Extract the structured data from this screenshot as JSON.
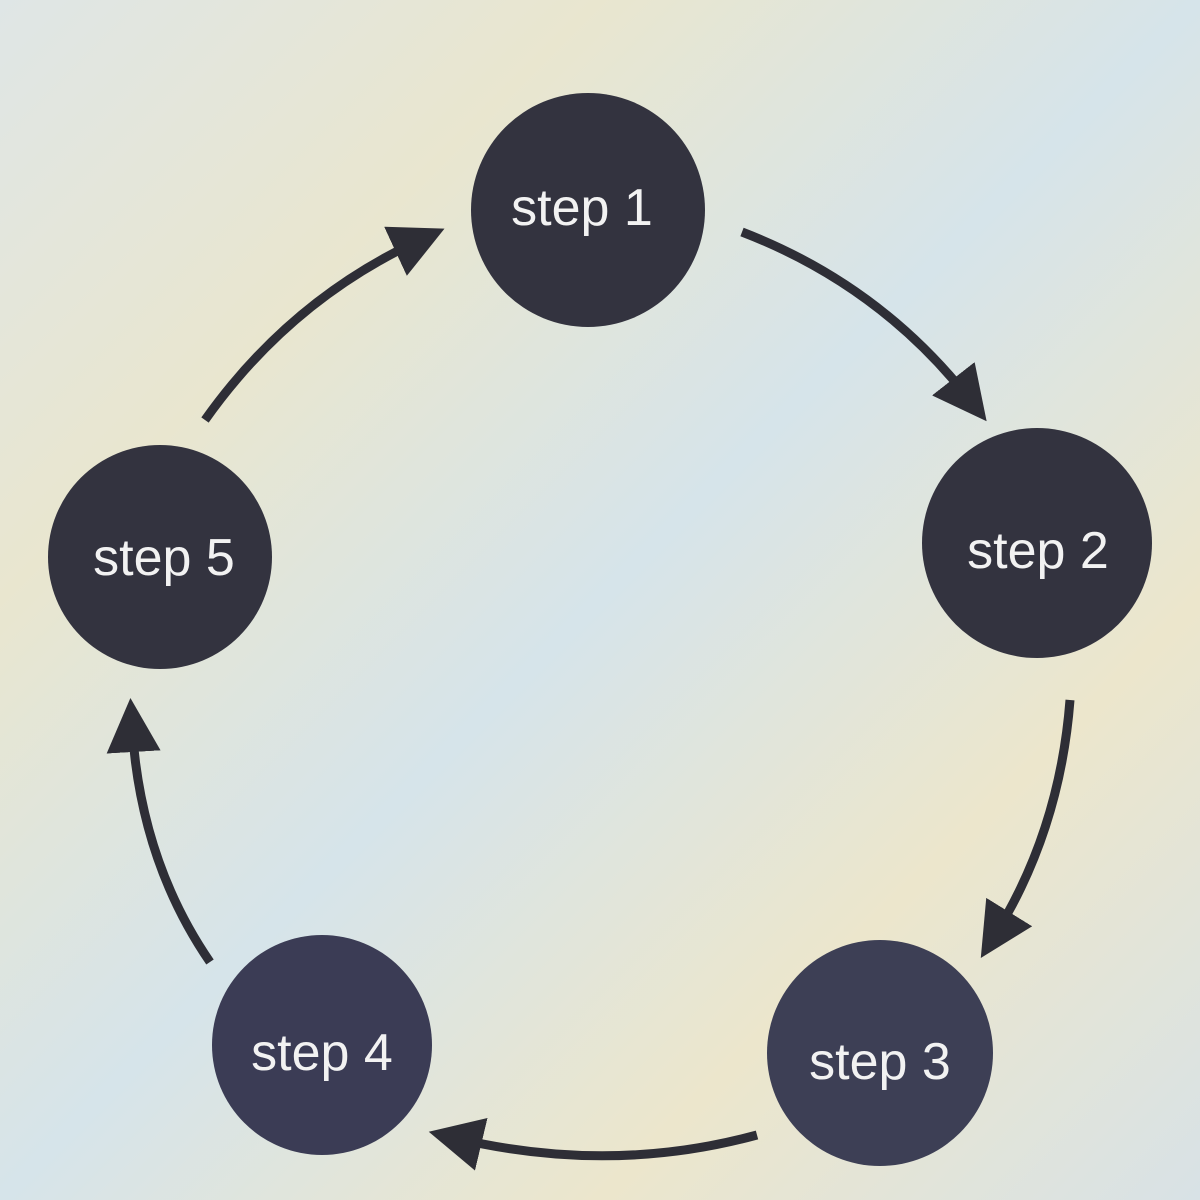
{
  "diagram": {
    "type": "cycle",
    "steps": [
      {
        "label": "step 1"
      },
      {
        "label": "step 2"
      },
      {
        "label": "step 3"
      },
      {
        "label": "step 4"
      },
      {
        "label": "step 5"
      }
    ],
    "colors": {
      "node": "#33333f",
      "text": "#f2f2f2",
      "arrow": "#2e2e36"
    }
  }
}
